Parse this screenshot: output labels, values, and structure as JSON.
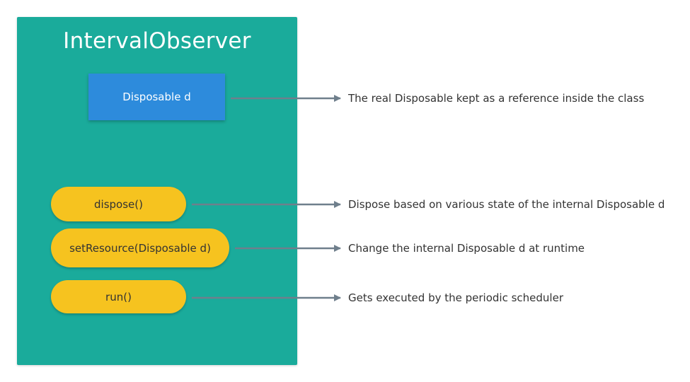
{
  "class_box": {
    "title": "IntervalObserver",
    "field": "Disposable d",
    "methods": [
      {
        "label": "dispose()"
      },
      {
        "label": "setResource(Disposable d)"
      },
      {
        "label": "run()"
      }
    ]
  },
  "descriptions": {
    "field": "The real Disposable kept as a reference inside the class",
    "dispose": "Dispose based on various state of the internal Disposable d",
    "setResource": "Change the internal Disposable d at runtime",
    "run": "Gets executed by the periodic scheduler"
  },
  "colors": {
    "panel": "#1aab9b",
    "field_box": "#2d8bdc",
    "method_pill": "#f6c31f",
    "arrow": "#6f7f8c"
  }
}
